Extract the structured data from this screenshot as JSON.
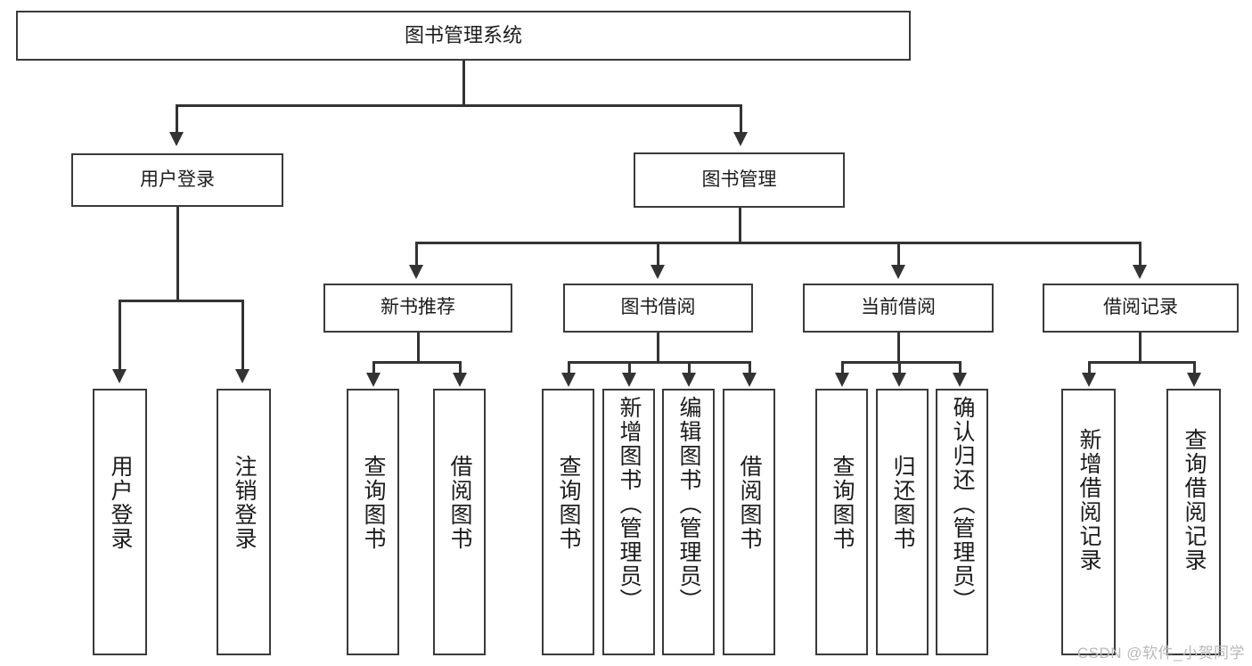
{
  "diagram": {
    "title": "图书管理系统",
    "type": "tree-hierarchy-chart",
    "root": {
      "label": "图书管理系统"
    },
    "level1": [
      {
        "label": "用户登录"
      },
      {
        "label": "图书管理"
      }
    ],
    "level2": [
      {
        "label": "新书推荐"
      },
      {
        "label": "图书借阅"
      },
      {
        "label": "当前借阅"
      },
      {
        "label": "借阅记录"
      }
    ],
    "leaves": [
      {
        "label": "用户登录"
      },
      {
        "label": "注销登录"
      },
      {
        "label": "查询图书"
      },
      {
        "label": "借阅图书"
      },
      {
        "label": "查询图书"
      },
      {
        "label": "新增图书（管理员）"
      },
      {
        "label": "编辑图书（管理员）"
      },
      {
        "label": "借阅图书"
      },
      {
        "label": "查询图书"
      },
      {
        "label": "归还图书"
      },
      {
        "label": "确认归还（管理员）"
      },
      {
        "label": "新增借阅记录"
      },
      {
        "label": "查询借阅记录"
      }
    ]
  },
  "watermark": {
    "text": "CSDN @软件_小贺同学"
  },
  "colors": {
    "stroke": "#3a3a3a",
    "line": "#333333",
    "background": "#ffffff",
    "text": "#1c1c1c",
    "watermark": "#b9b9b9"
  }
}
